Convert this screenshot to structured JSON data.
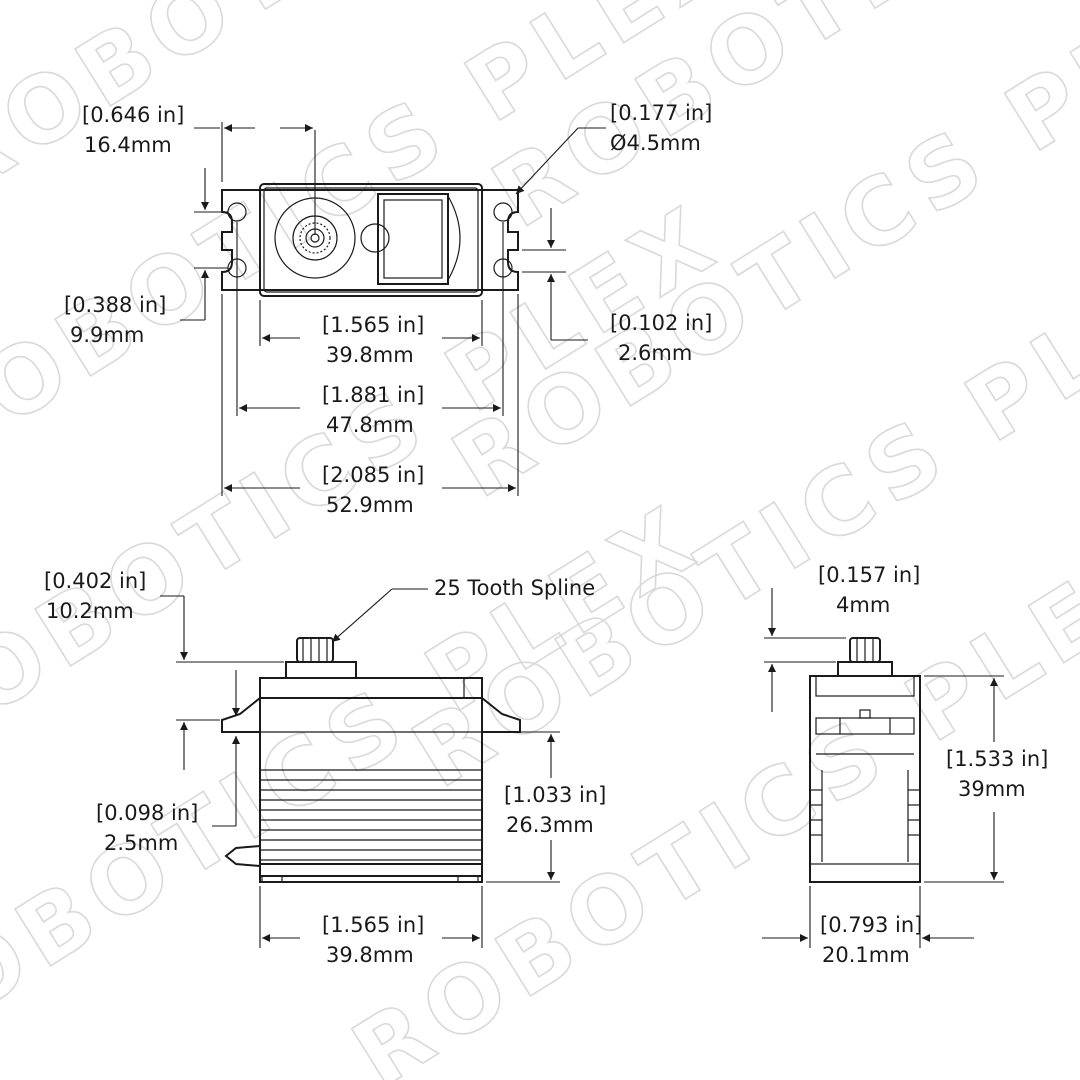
{
  "watermark": "ROBOTICS PLEX",
  "top_view": {
    "ear_offset": {
      "in": "[0.646 in]",
      "mm": "16.4mm"
    },
    "hole_dia": {
      "in": "[0.177 in]",
      "mm": "Ø4.5mm"
    },
    "hole_spacing": {
      "in": "[0.388 in]",
      "mm": "9.9mm"
    },
    "slot_width": {
      "in": "[0.102 in]",
      "mm": "2.6mm"
    },
    "body_length": {
      "in": "[1.565 in]",
      "mm": "39.8mm"
    },
    "hole_to_hole": {
      "in": "[1.881 in]",
      "mm": "47.8mm"
    },
    "overall_length": {
      "in": "[2.085 in]",
      "mm": "52.9mm"
    }
  },
  "side_view": {
    "spline_label": "25 Tooth Spline",
    "spline_height": {
      "in": "[0.402 in]",
      "mm": "10.2mm"
    },
    "ear_thickness": {
      "in": "[0.098 in]",
      "mm": "2.5mm"
    },
    "ear_to_bottom": {
      "in": "[1.033 in]",
      "mm": "26.3mm"
    },
    "body_length": {
      "in": "[1.565 in]",
      "mm": "39.8mm"
    }
  },
  "end_view": {
    "spline_top": {
      "in": "[0.157 in]",
      "mm": "4mm"
    },
    "body_height": {
      "in": "[1.533 in]",
      "mm": "39mm"
    },
    "body_width": {
      "in": "[0.793 in]",
      "mm": "20.1mm"
    }
  }
}
